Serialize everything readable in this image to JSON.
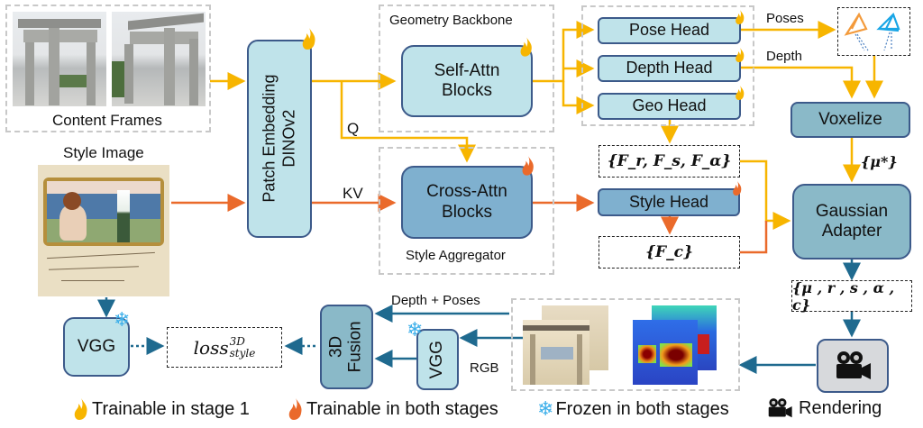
{
  "content_frames": {
    "label": "Content Frames"
  },
  "style_image": {
    "label": "Style Image"
  },
  "nodes": {
    "patch_embedding": {
      "line1": "Patch Embedding",
      "line2": "DINOv2"
    },
    "self_attn": {
      "line1": "Self-Attn",
      "line2": "Blocks"
    },
    "cross_attn": {
      "line1": "Cross-Attn",
      "line2": "Blocks"
    },
    "pose_head": "Pose Head",
    "depth_head": "Depth Head",
    "geo_head": "Geo Head",
    "style_head": "Style Head",
    "voxelize": "Voxelize",
    "gaussian_adapter": {
      "line1": "Gaussian",
      "line2": "Adapter"
    },
    "vgg_left": "VGG",
    "vgg_right": "VGG",
    "fusion_3d": {
      "line1": "3D",
      "line2": "Fusion"
    }
  },
  "groups": {
    "geometry_backbone": "Geometry Backbone",
    "style_aggregator": "Style Aggregator"
  },
  "edge_labels": {
    "q": "Q",
    "kv": "KV",
    "poses": "Poses",
    "depth": "Depth",
    "mu_star": "{μ*}",
    "depth_poses": "Depth + Poses",
    "rgb": "RGB"
  },
  "outputs": {
    "geo_features": "{F_r, F_s, F_α}",
    "style_features": "{F_c}",
    "gaussian_params": "{μ , r , s , α , c}",
    "loss": {
      "base": "loss",
      "sup": "3D",
      "sub": "style"
    }
  },
  "legend": [
    {
      "icon": "flame-yellow-icon",
      "label": "Trainable in stage 1"
    },
    {
      "icon": "flame-orange-icon",
      "label": "Trainable in both stages"
    },
    {
      "icon": "snowflake-icon",
      "label": "Frozen in both stages"
    },
    {
      "icon": "camera-icon",
      "label": "Rendering"
    }
  ],
  "colors": {
    "yellow_flow": "#f7b500",
    "orange_flow": "#ea6a2b",
    "blue_flow": "#1f6a8f",
    "light_node": "#bfe3ea",
    "mid_node": "#7fb0cf",
    "teal_node": "#8ab9c8"
  }
}
